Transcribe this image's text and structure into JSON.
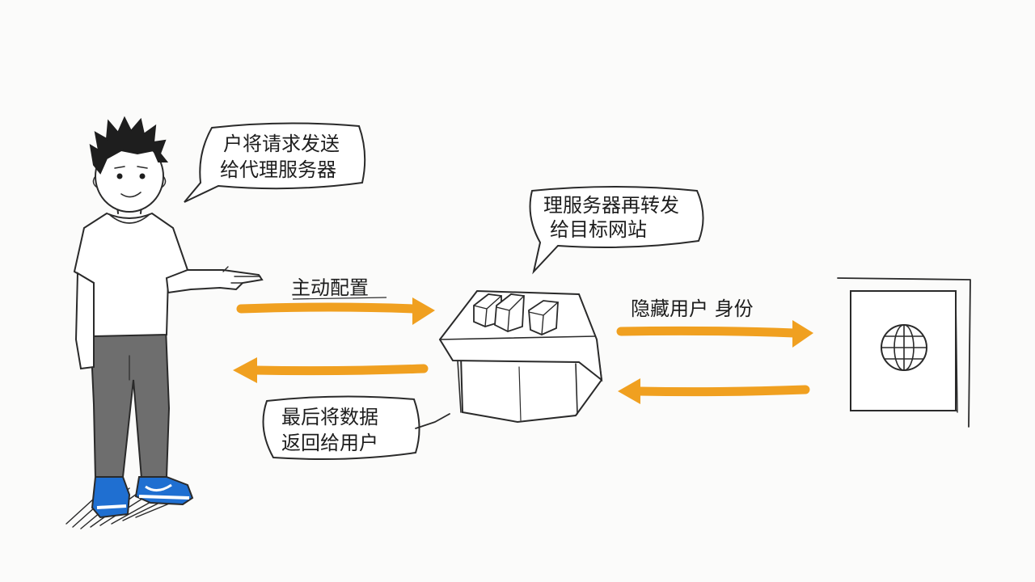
{
  "bubbles": {
    "user_request": {
      "line1": "户将请求发送",
      "line2": "给代理服务器"
    },
    "proxy_forward": {
      "line1": "理服务器再转发",
      "line2": "给目标网站"
    },
    "return_data": {
      "line1": "最后将数据",
      "line2": "返回给用户"
    }
  },
  "arrows": {
    "user_to_proxy_label": "主动配置",
    "proxy_to_site_label": "隐藏用户 身份"
  },
  "colors": {
    "arrow": "#f0a020",
    "shirt": "#ffffff",
    "pants": "#6e6e6e",
    "shoes": "#1f6fd1",
    "ink": "#2a2a2a"
  },
  "icons": {
    "person": "person-figure",
    "proxy": "proxy-server-box",
    "website": "globe-icon"
  }
}
